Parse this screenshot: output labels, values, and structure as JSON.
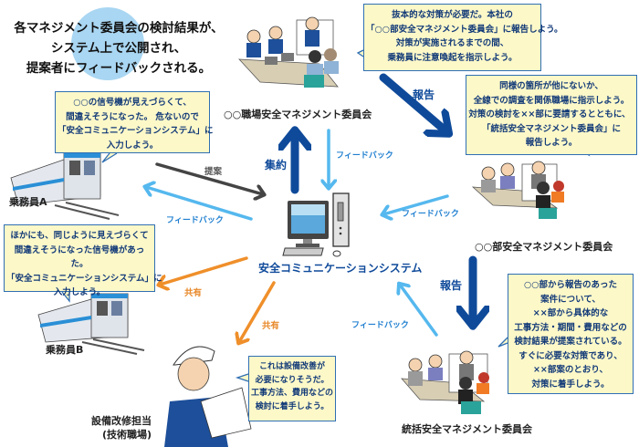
{
  "headline": {
    "lines": [
      "各マネジメント委員会の検討結果が、",
      "システム上で公開され、",
      "提案者にフィードバックされる。"
    ]
  },
  "nodes": {
    "workplace_committee": "○○職場安全マネジメント委員会",
    "dept_committee": "○○部安全マネジメント委員会",
    "general_committee": "統括安全マネジメント委員会",
    "system": "安全コミュニケーションシステム",
    "crew_a": "乗務員A",
    "crew_b": "乗務員B",
    "facility_staff": [
      "設備改修担当",
      "(技術職場)"
    ]
  },
  "bubbles": {
    "workplace": [
      "抜本的な対策が必要だ。本社の",
      "「○○部安全マネジメント委員会」に報告しよう。",
      "対策が実施されるまでの間、",
      "乗務員に注意喚起を指示しよう。"
    ],
    "dept": [
      "同様の箇所が他にないか、",
      "全線での調査を関係職場に指示しよう。",
      "対策の検討を××部に要請するとともに、",
      "「統括安全マネジメント委員会」に",
      "報告しよう。"
    ],
    "general": [
      "○○部から報告のあった",
      "案件について、",
      "××部から具体的な",
      "工事方法・期間・費用などの",
      "検討結果が提案されている。",
      "すぐに必要な対策であり、",
      "××部案のとおり、",
      "対策に着手しよう。"
    ],
    "crew_a": [
      "○○の信号機が見えづらくて、",
      "間違えそうになった。 危ないので",
      "「安全コミュニケーションシステム」に",
      "入力しよう。"
    ],
    "crew_b": [
      "ほかにも、同じように見えづらくて",
      "間違えそうになった信号機があった。",
      "「安全コミュニケーションシステム」に",
      "入力しよう。"
    ],
    "facility": [
      "これは設備改善が",
      "必要になりそうだ。",
      "工事方法、費用などの",
      "検討に着手しよう。"
    ]
  },
  "arrows": {
    "report_1": "報告",
    "report_2": "報告",
    "aggregate": "集約",
    "proposal": "提案",
    "feedback": "フィードバック",
    "share": "共有"
  },
  "colors": {
    "dark_blue": "#0f4a9a",
    "light_blue": "#55b8ee",
    "orange": "#ef8f2a",
    "gray": "#444444",
    "bubble_bg": "#fdf8c8",
    "bubble_border": "#2f6fb3"
  }
}
